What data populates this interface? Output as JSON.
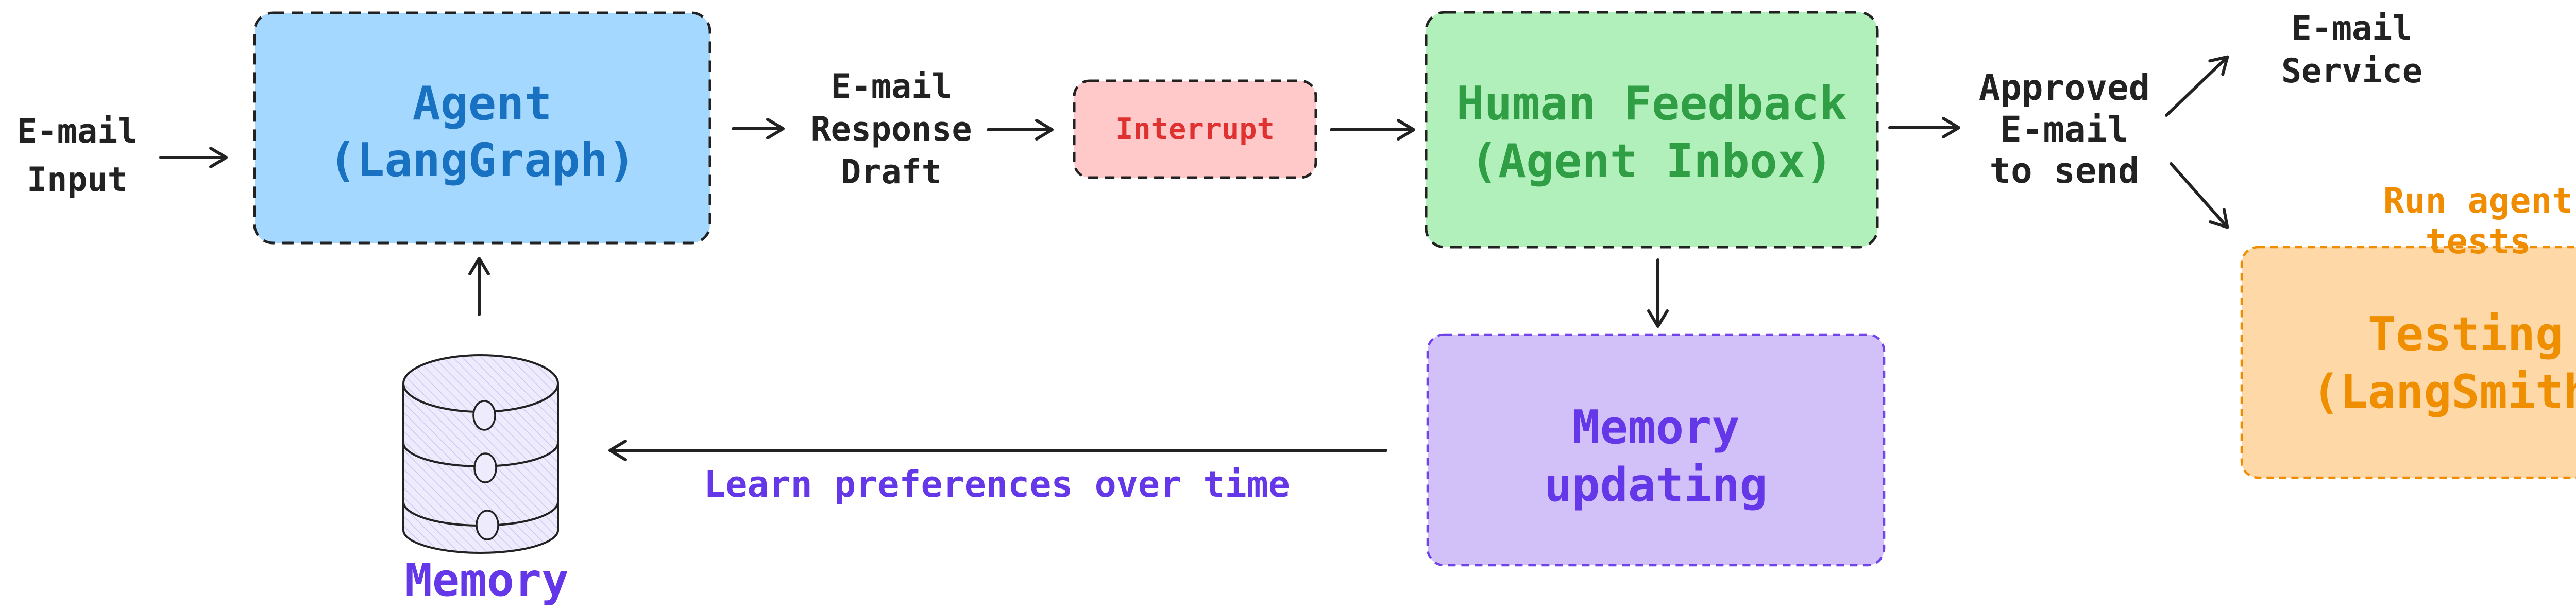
{
  "palette": {
    "ink": "#222222",
    "blue-fill": "#a5d8ff",
    "blue-text": "#1971c2",
    "green-fill": "#b2f0bb",
    "green-text": "#2f9e44",
    "red-fill": "#ffc9c9",
    "red-text": "#e03131",
    "purple-fill": "#d2c1f9",
    "purple-stroke": "#7143ea",
    "purple-text": "#6438e8",
    "orange-fill": "#ffd8a8",
    "orange-stroke": "#f08c00",
    "orange-text": "#ef8f00",
    "cylinder-fill": "#edebfc",
    "cylinder-hatch": "#c9c1f2"
  },
  "icons": {
    "memory_cylinder": "database-cylinder-icon"
  },
  "nodes": {
    "email_input": {
      "label": "E-mail\nInput"
    },
    "agent": {
      "label": "Agent\n(LangGraph)"
    },
    "response_draft": {
      "label": "E-mail\nResponse\nDraft"
    },
    "interrupt": {
      "label": "Interrupt"
    },
    "human_feedback": {
      "label": "Human Feedback\n(Agent Inbox)"
    },
    "approved_email": {
      "label": "Approved\nE-mail\nto send"
    },
    "email_service": {
      "label": "E-mail\nService"
    },
    "run_agent_tests": {
      "label": "Run agent tests"
    },
    "testing": {
      "label": "Testing\n(LangSmith)"
    },
    "memory_updating": {
      "label": "Memory\nupdating"
    },
    "memory": {
      "label": "Memory"
    },
    "learn_preferences": {
      "label": "Learn preferences over time"
    }
  }
}
